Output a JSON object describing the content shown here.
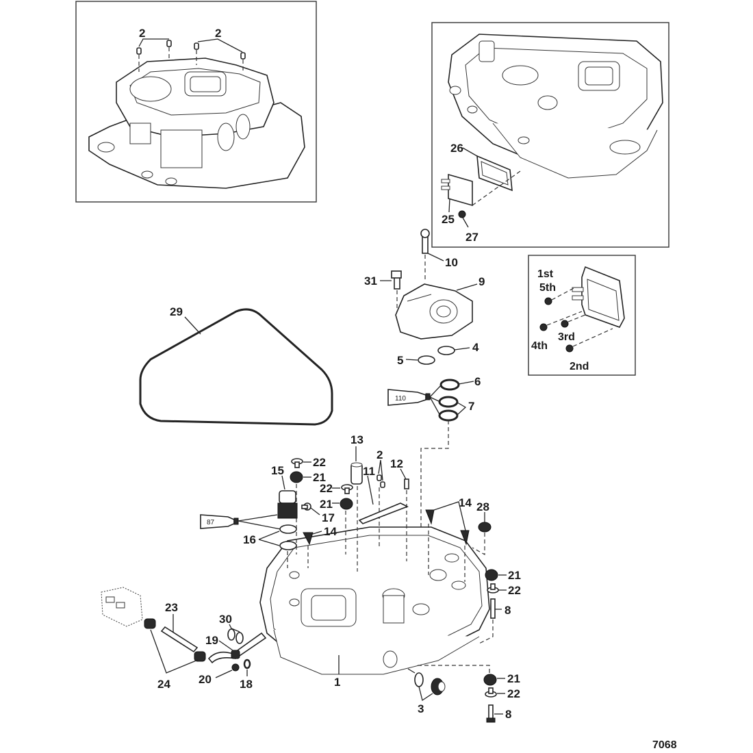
{
  "diagram": {
    "type": "exploded-parts-diagram",
    "figure_number": "7068",
    "insets": [
      {
        "name": "top-left-housing-inset",
        "callouts": [
          "2",
          "2"
        ]
      },
      {
        "name": "top-right-housing-inset",
        "callouts": [
          "26",
          "25",
          "27"
        ]
      },
      {
        "name": "torque-sequence-inset",
        "sequence_labels": [
          "1st",
          "5th",
          "4th",
          "3rd",
          "2nd"
        ]
      }
    ],
    "callouts": {
      "c1": "1",
      "c2": "2",
      "c3": "3",
      "c4": "4",
      "c5": "5",
      "c6": "6",
      "c7": "7",
      "c8a": "8",
      "c8b": "8",
      "c9": "9",
      "c10": "10",
      "c11": "11",
      "c12": "12",
      "c13": "13",
      "c14a": "14",
      "c14b": "14",
      "c15": "15",
      "c16": "16",
      "c17": "17",
      "c18": "18",
      "c19": "19",
      "c20": "20",
      "c21a": "21",
      "c21b": "21",
      "c21c": "21",
      "c21d": "21",
      "c22a": "22",
      "c22b": "22",
      "c22c": "22",
      "c22d": "22",
      "c23": "23",
      "c24": "24",
      "c25": "25",
      "c26": "26",
      "c27": "27",
      "c28": "28",
      "c29": "29",
      "c30": "30",
      "c31": "31",
      "c2i1": "2",
      "c2i2": "2"
    },
    "sealant_tubes": {
      "tube_a": "110",
      "tube_b": "87"
    },
    "sequence": {
      "s1": "1st",
      "s5": "5th",
      "s4": "4th",
      "s3": "3rd",
      "s2": "2nd"
    }
  }
}
